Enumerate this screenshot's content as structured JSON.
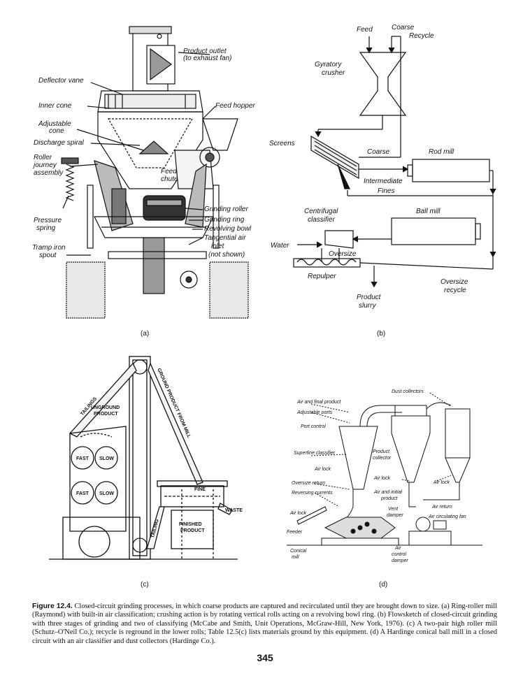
{
  "panel_a": {
    "label": "(a)",
    "callouts": {
      "product_outlet_1": "Product outlet",
      "product_outlet_2": "(to exhaust fan)",
      "deflector_vane": "Deflector vane",
      "inner_cone": "Inner cone",
      "feed_hopper": "Feed hopper",
      "adjustable_1": "Adjustable",
      "adjustable_2": "cone",
      "discharge_spiral": "Discharge spiral",
      "roller_1": "Roller",
      "roller_2": "journey",
      "roller_3": "assembly",
      "feed_1": "Feed",
      "feed_2": "chute",
      "pressure_1": "Pressure",
      "pressure_2": "spring",
      "grinding_roller": "Grinding roller",
      "grinding_ring": "Grinding ring",
      "revolving_bowl": "Revolving bowl",
      "tramp_1": "Tramp iron",
      "tramp_2": "spout",
      "tangential_1": "Tangential air",
      "tangential_2": "inlet",
      "tangential_3": "(not shown)"
    }
  },
  "panel_b": {
    "label": "(b)",
    "callouts": {
      "feed": "Feed",
      "coarse_recycle_1": "Coarse",
      "coarse_recycle_2": "Recycle",
      "gyratory_1": "Gyratory",
      "gyratory_2": "crusher",
      "screens": "Screens",
      "coarse": "Coarse",
      "rod_mill": "Rod mill",
      "intermediate": "Intermediate",
      "fines": "Fines",
      "centrifugal_1": "Centrifugal",
      "centrifugal_2": "classifier",
      "ball_mill": "Ball mill",
      "water": "Water",
      "oversize": "Oversize",
      "repulper": "Repulper",
      "product_1": "Product",
      "product_2": "slurry",
      "oversize_recycle_1": "Oversize",
      "oversize_recycle_2": "recycle"
    }
  },
  "panel_c": {
    "label": "(c)",
    "callouts": {
      "tailings_top": "TAILINGS",
      "unground_1": "UNGROUND",
      "unground_2": "PRODUCT",
      "fast_1": "FAST",
      "slow_1": "SLOW",
      "fast_2": "FAST",
      "slow_2": "SLOW",
      "ground_product": "GROUND PRODUCT FROM MILL",
      "fine": "FINE",
      "waste": "WASTE",
      "tailing_side": "TAILING",
      "finished_1": "FINISHED",
      "finished_2": "PRODUCT"
    }
  },
  "panel_d": {
    "label": "(d)",
    "callouts": {
      "dust_collectors": "Dust collectors",
      "air_final": "Air and final product",
      "adjustable_ports": "Adjustable ports",
      "port_control": "Port control",
      "superfine": "Superfine classifier",
      "product_collector_1": "Product",
      "product_collector_2": "collector",
      "air_lock_1": "Air lock",
      "air_lock_2": "Air lock",
      "air_lock_3": "Air lock",
      "air_lock_4": "Air lock",
      "oversize_return": "Oversize return",
      "reversing": "Reversing currents",
      "air_initial_1": "Air and initial",
      "air_initial_2": "product",
      "vent_1": "Vent",
      "vent_2": "damper",
      "air_return": "Air return",
      "air_fan": "Air circulating fan",
      "feeder": "Feeder",
      "conical_1": "Conical",
      "conical_2": "mill",
      "air_control_1": "Air",
      "air_control_2": "control",
      "air_control_3": "damper"
    }
  },
  "caption": {
    "label": "Figure 12.4.",
    "text": "Closed-circuit grinding processes, in which coarse products are captured and recirculated until they are brought down to size. (a) Ring-roller mill (Raymond) with built-in air classification; crushing action is by rotating vertical rolls acting on a revolving bowl ring. (b) Flowsketch of closed-circuit grinding with three stages of grinding and two of classifying (McCabe and Smith, Unit Operations, McGraw-Hill, New York, 1976). (c) A two-pair high roller mill (Schutz–O'Neil Co.); recycle is reground in the lower rolls; Table 12.5(c) lists materials ground by this equipment. (d) A Hardinge conical ball mill in a closed circuit with an air classifier and dust collectors (Hardinge Co.)."
  },
  "page_number": "345"
}
